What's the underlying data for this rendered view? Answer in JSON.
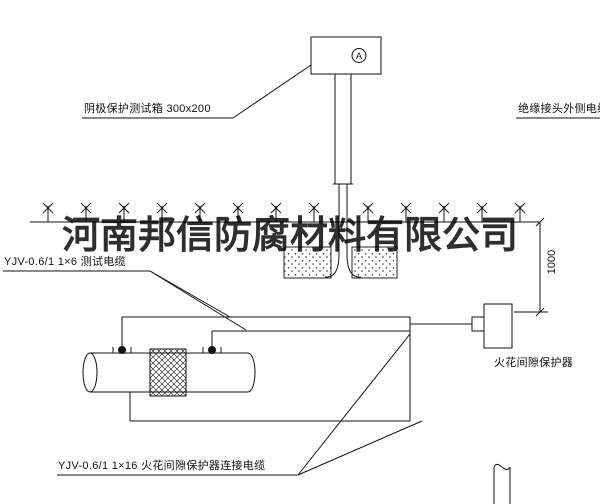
{
  "watermark": "河南邦信防腐材料有限公司",
  "labels": {
    "test_box": "阴极保护测试箱 300x200",
    "insulated_joint_cable": "绝缘接头外侧电缆",
    "test_cable": "YJV-0.6/1 1×6  测试电缆",
    "spark_gap_protector": "火花间隙保护器",
    "connection_cable": "YJV-0.6/1 1×16  火花间隙保护器连接电缆"
  },
  "test_box_symbol": "A",
  "dimension": "1000",
  "colors": {
    "line": "#111111",
    "watermark": "rgba(0,0,0,0.82)"
  }
}
